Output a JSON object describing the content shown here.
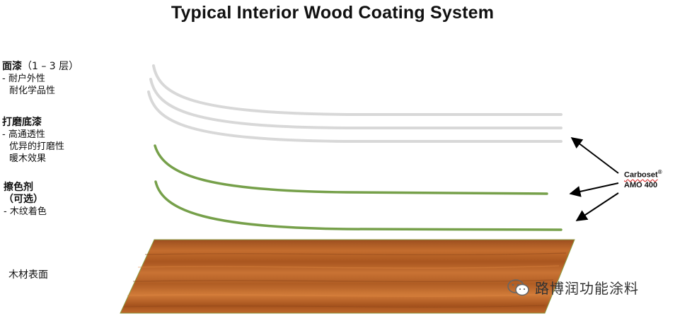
{
  "title": "Typical Interior Wood Coating System",
  "layers": {
    "topcoat": {
      "heading": "面漆",
      "heading_sub": "（1 – 3 层）",
      "lines": [
        "- 耐户外性",
        "耐化学品性"
      ]
    },
    "sealer": {
      "heading": "打磨底漆",
      "lines": [
        "- 高通透性",
        "优异的打磨性",
        "暖木效果"
      ]
    },
    "stain": {
      "heading": "擦色剂",
      "heading_sub": "（可选）",
      "lines": [
        "- 木纹着色"
      ]
    },
    "substrate": {
      "label": "木材表面"
    }
  },
  "product": {
    "name": "Carboset",
    "reg": "®",
    "grade": "AMO 400"
  },
  "watermark": {
    "text": "路博润功能涂料",
    "icon": "wechat-icon"
  },
  "colors": {
    "topcoat_stroke": "#d8d8d8",
    "green_stroke": "#76a04a",
    "arrow": "#000000",
    "wood_base": "#b8622a"
  }
}
